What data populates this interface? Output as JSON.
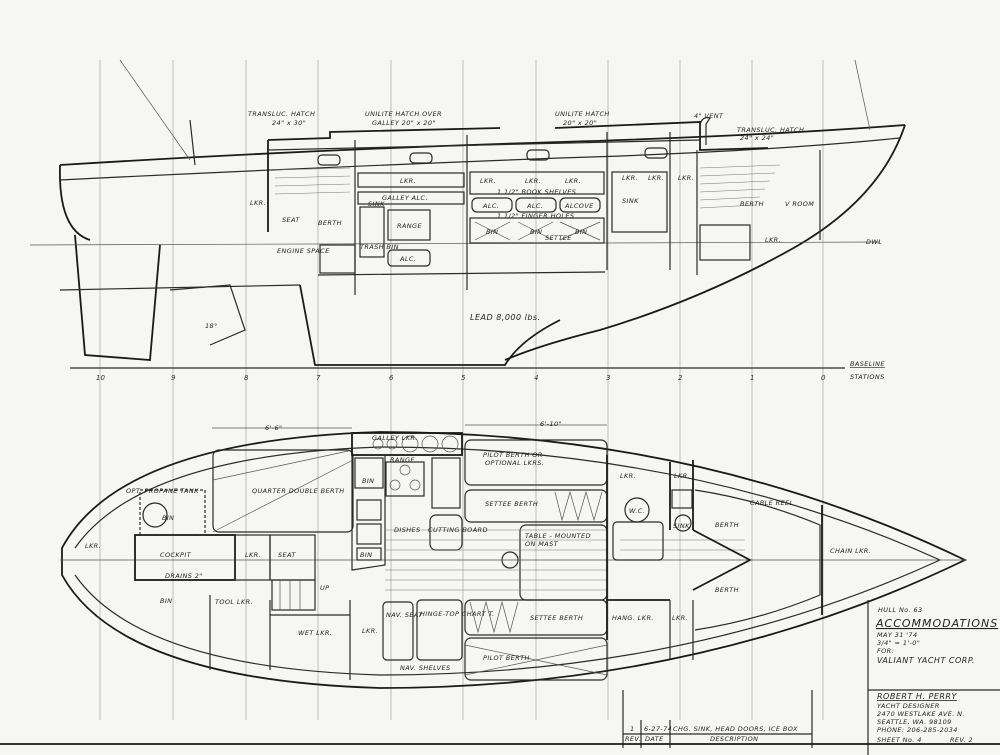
{
  "profile": {
    "labels": {
      "transluc_hatch_aft": "TRANSLUC. HATCH",
      "transluc_hatch_aft_size": "24\" x 30\"",
      "unilite_hatch_galley": "UNILITE HATCH OVER",
      "unilite_hatch_galley_size": "GALLEY 20\" x 20\"",
      "unilite_hatch_fwd": "UNILITE HATCH",
      "unilite_hatch_fwd_size": "20\" x 20\"",
      "vent": "4\" VENT",
      "transluc_hatch_fwd": "TRANSLUC. HATCH",
      "transluc_hatch_fwd_size": "24\" x 24\"",
      "lkr": "LKR.",
      "seat": "SEAT",
      "berth": "BERTH",
      "galley_alc": "GALLEY ALC.",
      "sink": "SINK",
      "range": "RANGE",
      "trash_bin": "TRASH BIN",
      "alc": "ALC.",
      "engine_space": "ENGINE SPACE",
      "book_shelves": "1 1/2\" BOOK SHELVES",
      "alcove": "ALCOVE",
      "finger_holes": "1 1/2\" FINGER HOLES",
      "bin": "BIN",
      "settee": "SETTEE",
      "fwd_berth": "BERTH",
      "v_room": "V ROOM",
      "dwl": "DWL",
      "lead": "LEAD 8,000 lbs.",
      "angle": "18°"
    },
    "stations": [
      "10",
      "9",
      "8",
      "7",
      "6",
      "5",
      "4",
      "3",
      "2",
      "1",
      "0"
    ],
    "baseline": "BASELINE",
    "stations_label": "STATIONS"
  },
  "plan": {
    "labels": {
      "dim_aft": "6'-6\"",
      "dim_fwd": "6'-10\"",
      "galley_lkr": "GALLEY LKR.",
      "range": "RANGE",
      "opt_propane_tank": "OPT. PROPANE TANK",
      "quarter_double_berth": "QUARTER DOUBLE BERTH",
      "pilot_berth_or_lkrs": "PILOT BERTH OR",
      "optional_lkrs": "OPTIONAL LKRS.",
      "settee_berth": "SETTEE BERTH",
      "table_mounted": "TABLE - MOUNTED",
      "on_mast": "ON MAST",
      "bin": "BIN",
      "dishes": "DISHES",
      "cutting_board": "CUTTING BOARD",
      "lkr": "LKR.",
      "wc": "W.C.",
      "sink": "SINK",
      "cable_reel": "CABLE REEL",
      "berth": "BERTH",
      "chain_lkr": "CHAIN LKR.",
      "cockpit": "COCKPIT",
      "drains": "DRAINS 2\"",
      "seat": "SEAT",
      "tool_lkr": "TOOL LKR.",
      "up": "UP",
      "wet_lkr": "WET LKR.",
      "nav_seat": "NAV. SEAT",
      "hinge_top_chart_t": "HINGE-TOP CHART T.",
      "nav_shelves": "NAV. SHELVES",
      "pilot_berth": "PILOT BERTH",
      "hang_lkr": "HANG. LKR.",
      "lkr_stern": "LKR."
    }
  },
  "title_block": {
    "hull": "HULL No. 63",
    "title": "ACCOMMODATIONS",
    "date": "MAY 31 '74",
    "scale": "3/4\" = 1'-0\"",
    "for": "FOR:",
    "client": "VALIANT YACHT CORP.",
    "designer": "ROBERT H. PERRY",
    "designer_title": "YACHT DESIGNER",
    "address": "2470 WESTLAKE AVE. N.",
    "city": "SEATTLE, WA. 98109",
    "phone": "PHONE: 206-285-2034",
    "sheet": "SHEET No. 4",
    "rev": "REV. 2"
  },
  "revisions": {
    "headers": [
      "REV.",
      "DATE",
      "DESCRIPTION"
    ],
    "rows": [
      {
        "rev": "1",
        "date": "6-27-74",
        "description": "CHG. SINK, HEAD DOORS, ICE BOX"
      }
    ]
  }
}
